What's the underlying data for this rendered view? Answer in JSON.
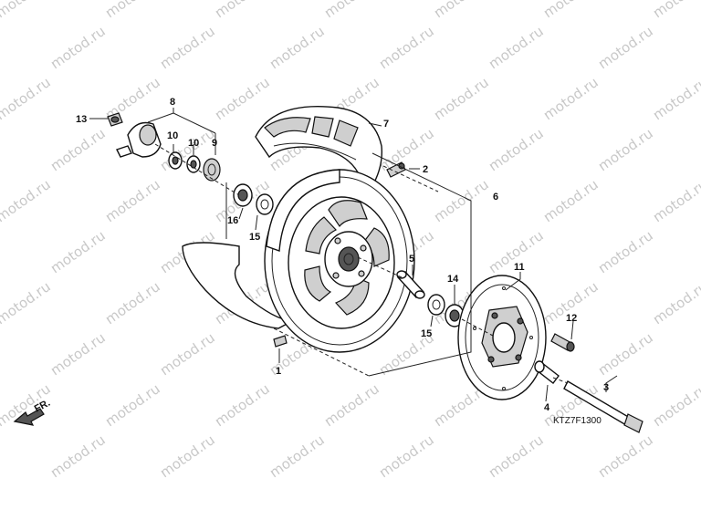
{
  "watermark": "motod.ru",
  "diagram_code": "KTZ7F1300",
  "direction_label": "FR.",
  "callouts": {
    "p1": "1",
    "p2": "2",
    "p3": "3",
    "p4": "4",
    "p5": "5",
    "p6": "6",
    "p7": "7",
    "p8": "8",
    "p9": "9",
    "p10a": "10",
    "p10b": "10",
    "p11": "11",
    "p12": "12",
    "p13": "13",
    "p14": "14",
    "p15a": "15",
    "p15b": "15",
    "p16": "16"
  }
}
